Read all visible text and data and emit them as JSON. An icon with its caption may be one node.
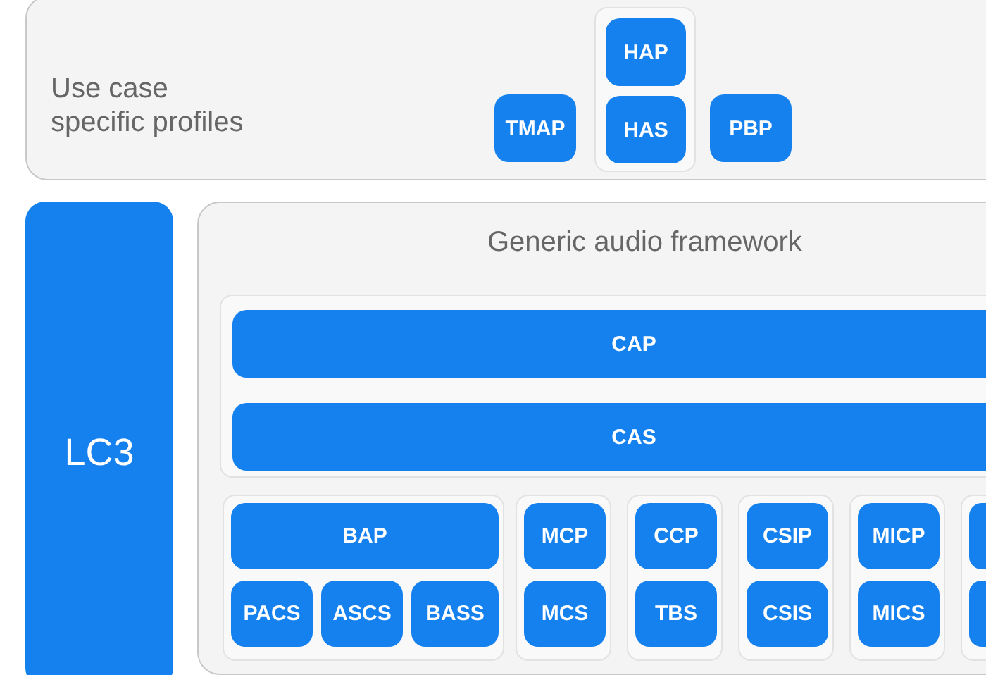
{
  "diagram": {
    "nodes": [
      {
        "text": [
          "Use case specific profiles"
        ]
      },
      {
        "text": [],
        "shape": "box",
        "in": 0
      },
      {
        "text": [
          "HAP"
        ],
        "in": 1
      },
      {
        "text": [
          "TMAP"
        ],
        "in": 0
      },
      {
        "text": [
          "HAS"
        ],
        "in": 1
      },
      {
        "text": [
          "PBP"
        ],
        "in": 0
      },
      {
        "text": [
          "LC3"
        ]
      },
      {
        "text": [
          "Generic audio framework"
        ]
      },
      {
        "text": [],
        "shape": "box",
        "in": 7
      },
      {
        "text": [
          "CAP"
        ],
        "in": 8
      },
      {
        "text": [
          "CAS"
        ],
        "in": 8
      },
      {
        "text": [],
        "shape": "box",
        "in": 7
      },
      {
        "text": [
          "BAP"
        ],
        "in": 11
      },
      {
        "text": [
          "PACS"
        ],
        "in": 11
      },
      {
        "text": [
          "ASCS"
        ],
        "in": 11
      },
      {
        "text": [
          "BASS"
        ],
        "in": 11
      },
      {
        "text": [],
        "shape": "box",
        "in": 7
      },
      {
        "text": [
          "MCP"
        ],
        "in": 16
      },
      {
        "text": [
          "MCS"
        ],
        "in": 16
      },
      {
        "text": [],
        "shape": "box",
        "in": 7
      },
      {
        "text": [
          "CCP"
        ],
        "in": 19
      },
      {
        "text": [
          "TBS"
        ],
        "in": 19
      },
      {
        "text": [],
        "shape": "box",
        "in": 7
      },
      {
        "text": [
          "CSIP"
        ],
        "in": 22
      },
      {
        "text": [
          "CSIS"
        ],
        "in": 22
      },
      {
        "text": [],
        "shape": "box",
        "in": 7
      },
      {
        "text": [
          "MICP"
        ],
        "in": 25
      },
      {
        "text": [
          "MICS"
        ],
        "in": 25
      },
      {
        "text": [],
        "shape": "box",
        "in": 7
      },
      {
        "text": [],
        "shape": "box",
        "in": 28
      },
      {
        "text": [],
        "shape": "box",
        "in": 28
      }
    ]
  }
}
